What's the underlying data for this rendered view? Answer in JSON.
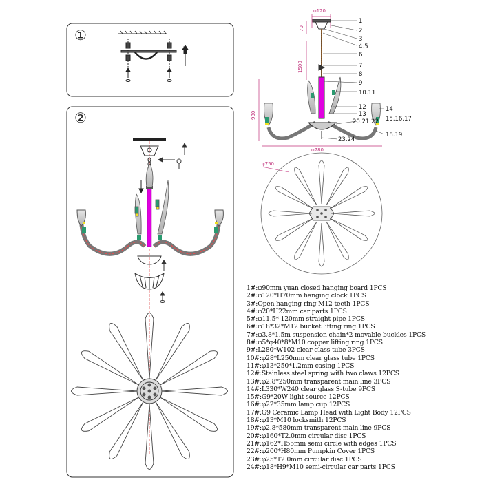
{
  "panels": {
    "step1_label": "①",
    "step2_label": "②"
  },
  "top_view": {
    "part_labels": [
      "1",
      "2",
      "3",
      "4.5",
      "6",
      "7",
      "8",
      "9",
      "10.11",
      "12",
      "13",
      "14",
      "15.16.17",
      "20.21.22",
      "18.19",
      "23.24"
    ],
    "dim_top": "φ120",
    "dim_70": "70",
    "dim_1500": "1500",
    "dim_980": "980",
    "dim_width": "φ780"
  },
  "plan_view": {
    "dim_circle": "φ750"
  },
  "parts_list": [
    "1#:φ90mm yuan closed hanging board 1PCS",
    "2#:φ120*H70mm hanging clock 1PCS",
    "3#:Open hanging ring M12 teeth 1PCS",
    "4#:φ20*H22mm car parts 1PCS",
    "5#:φ11.5* 120mm straight pipe 1PCS",
    "6#:φ18*32*M12 bucket lifting ring 1PCS",
    "7#:φ3.8*1.5m suspension chain*2 movable buckles 1PCS",
    "8#:φ5*φ40*8*M10 copper lifting ring 1PCS",
    "9#:L280*W102 clear glass tube 3PCS",
    "10#:φ28*L250mm clear glass tube 1PCS",
    "11#:φ13*250*1.2mm casing 1PCS",
    "12#:Stainless steel spring with two claws 12PCS",
    "13#:φ2.8*250mm transparent main line 3PCS",
    "14#:L330*W240 clear glass S-tube 9PCS",
    "15#:G9*20W light source 12PCS",
    "16#:φ22*35mm lamp cup 12PCS",
    "17#:G9 Ceramic Lamp Head with Light Body 12PCS",
    "18#:φ13*M10 locksmith 12PCS",
    "19#:φ2.8*580mm transparent main line 9PCS",
    "20#:φ160*T2.0mm circular disc 1PCS",
    "21#:φ162*H55mm semi circle with edges 1PCS",
    "22#:φ200*H80mm Pumpkin Cover 1PCS",
    "23#:φ25*T2.0mm circular disc 1PCS",
    "24#:φ18*H9*M10 semi-circular car parts 1PCS"
  ],
  "colors": {
    "line": "#333333",
    "magenta": "#e000e0",
    "red_dash": "#e05050",
    "dim_magenta": "#c0307a",
    "green": "#2a9a70",
    "yellow": "#f0e020"
  }
}
